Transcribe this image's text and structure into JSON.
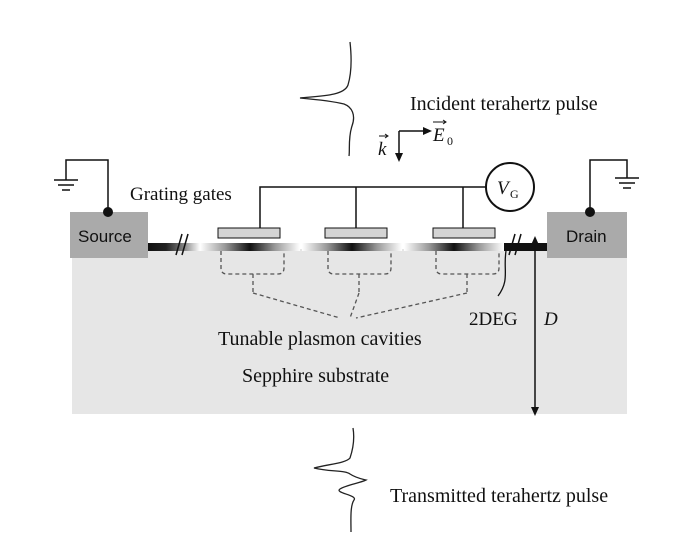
{
  "labels": {
    "incident": "Incident terahertz pulse",
    "transmitted": "Transmitted terahertz pulse",
    "k_vector": "k",
    "e_field": "E",
    "e_field_sub": "0",
    "grating_gates": "Grating gates",
    "voltage": "V",
    "voltage_sub": "G",
    "source": "Source",
    "drain": "Drain",
    "two_deg": "2DEG",
    "depth": "D",
    "cavities": "Tunable plasmon cavities",
    "substrate": "Sepphire substrate"
  },
  "colors": {
    "substrate": "#e6e6e6",
    "contact": "#aaaaaa",
    "gate": "#d4d4d4",
    "line": "#111111",
    "dashed": "#555555"
  },
  "icons": {
    "ground": "ground-symbol-icon",
    "vector_arrow": "arrow-icon"
  }
}
